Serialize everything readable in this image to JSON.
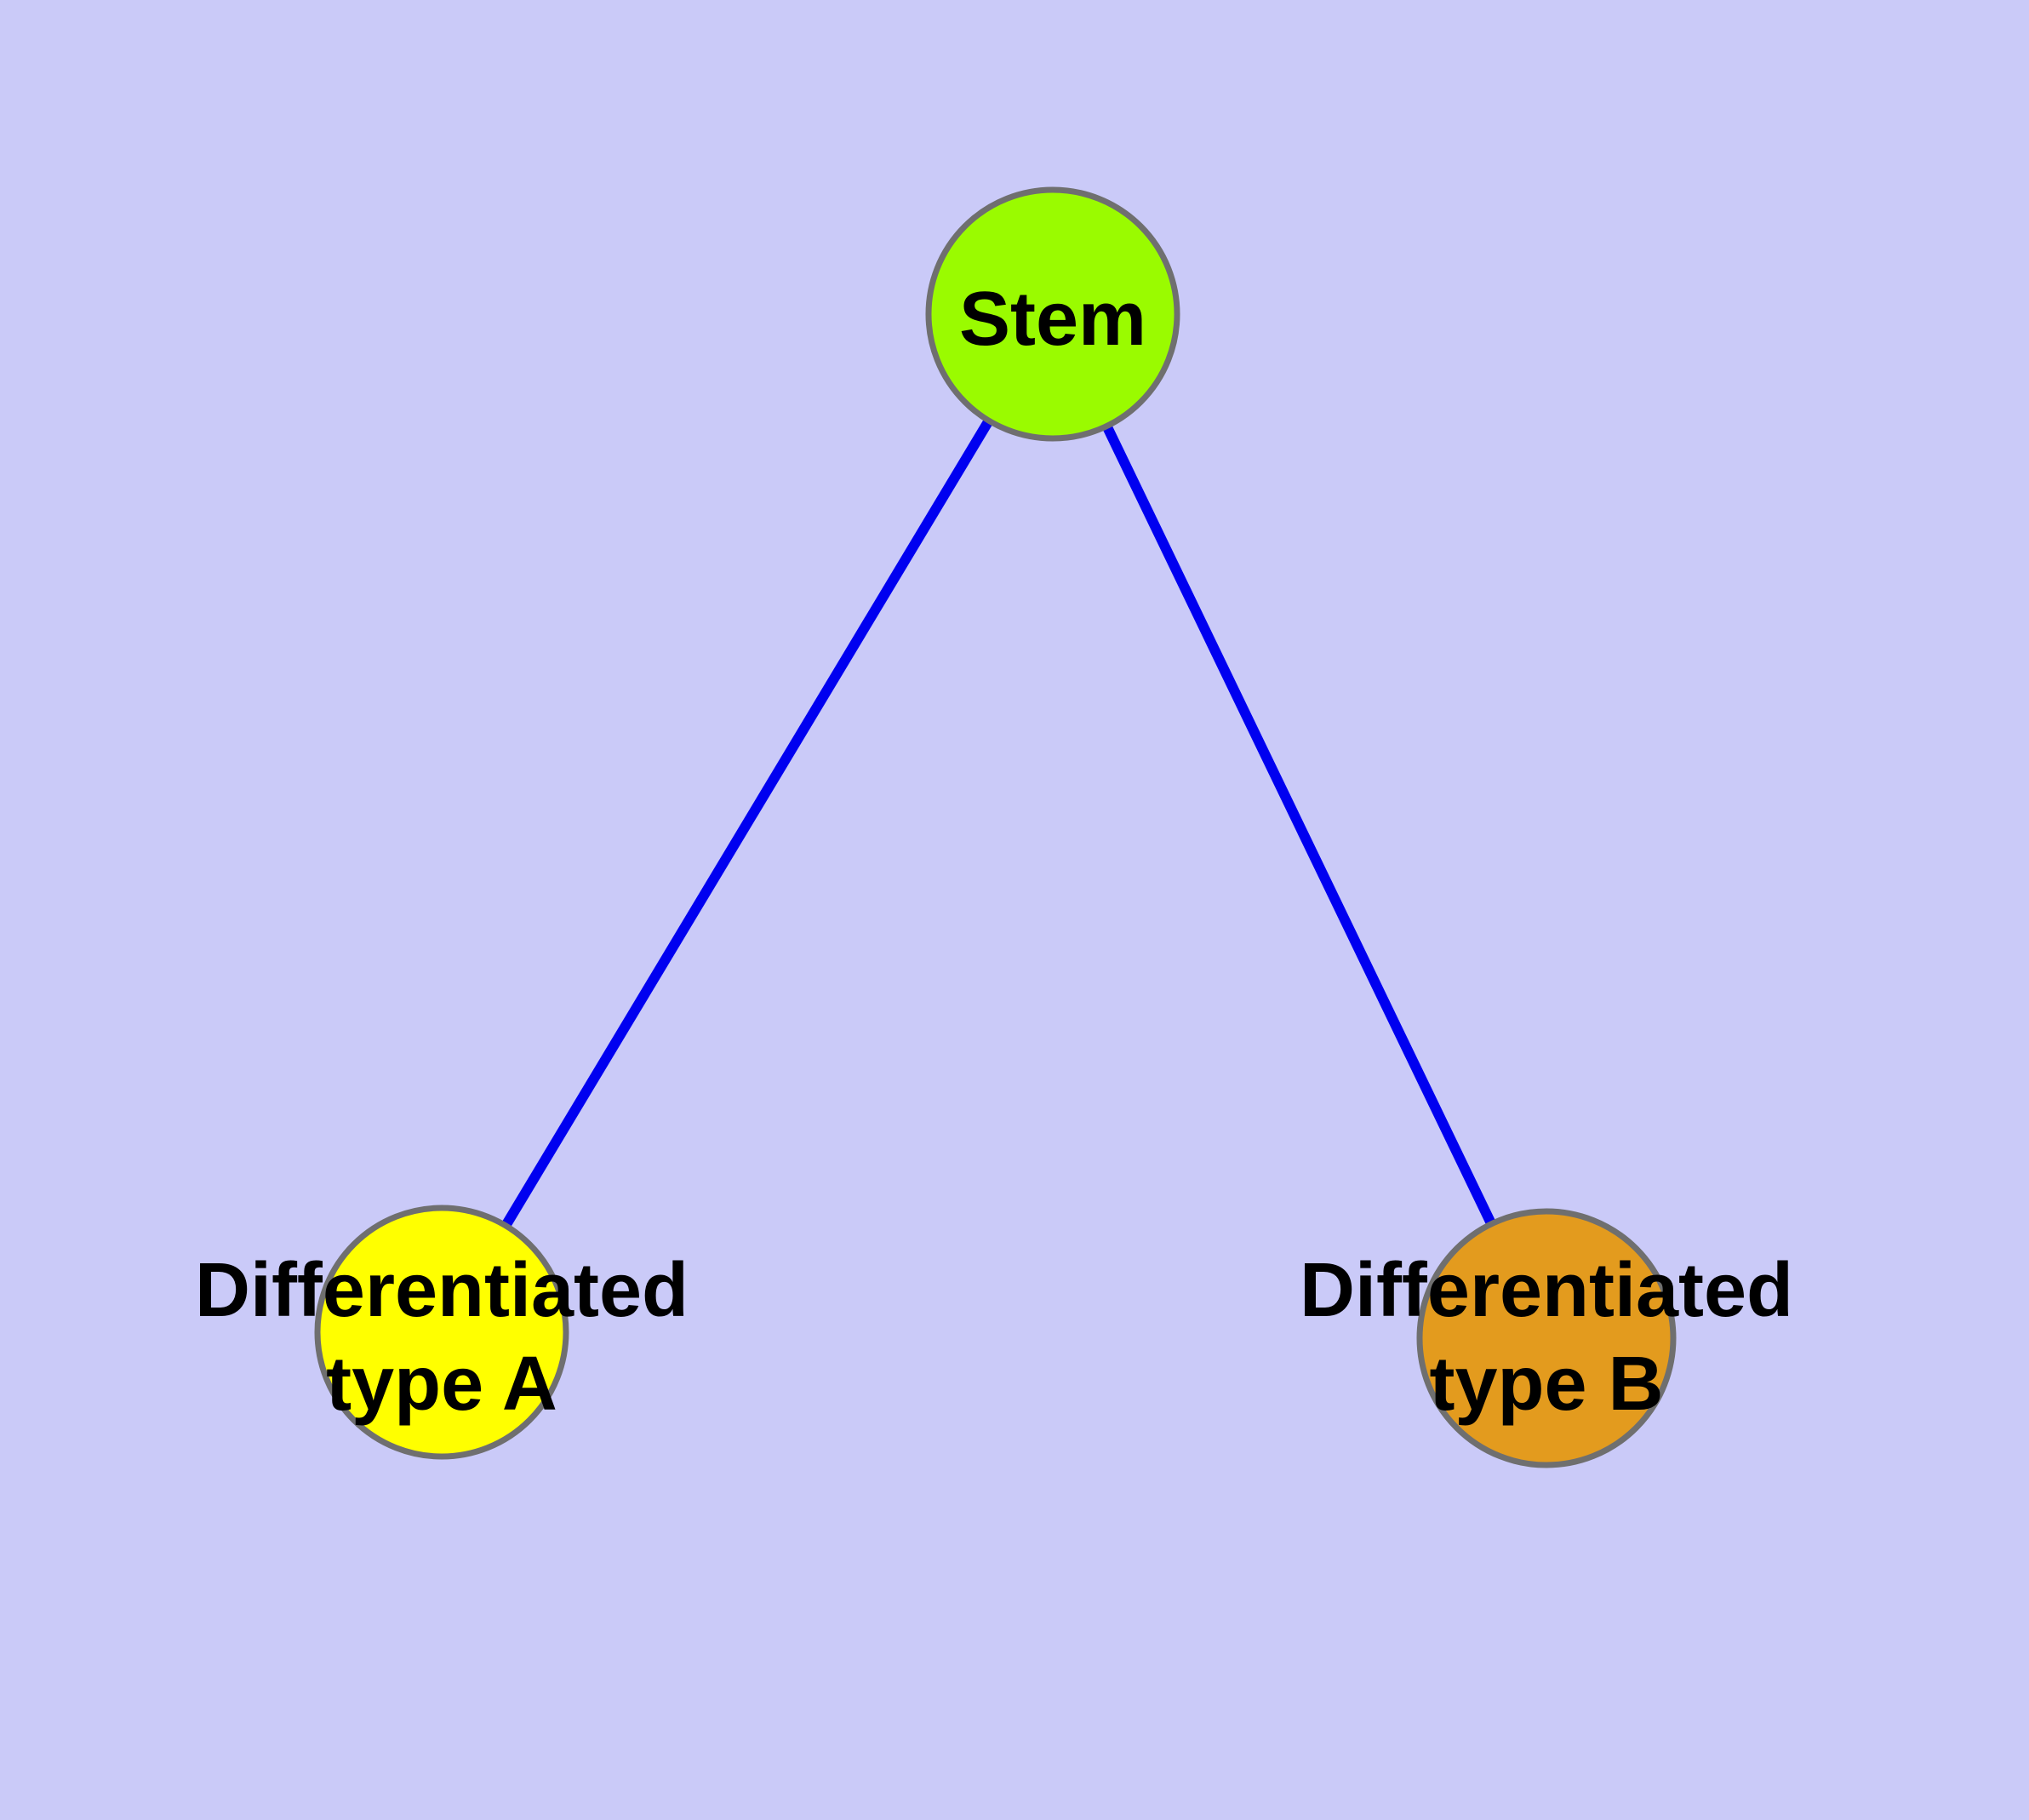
{
  "diagram": {
    "type": "node-link-graph",
    "description": "Cell differentiation graph: a stem node connected to two differentiated cell type nodes",
    "nodes": {
      "stem": {
        "label": "Stem",
        "fill": "#9afb00"
      },
      "type_a": {
        "label_line1": "Differentiated",
        "label_line2": "type A",
        "fill": "#ffff00"
      },
      "type_b": {
        "label_line1": "Differentiated",
        "label_line2": "type B",
        "fill": "#e39b1e"
      }
    },
    "edges": [
      {
        "from": "Stem",
        "to": "Differentiated type A"
      },
      {
        "from": "Stem",
        "to": "Differentiated type B"
      }
    ],
    "colors": {
      "background": "#cacaf8",
      "edge": "#0000f0",
      "node_border": "#6f6f6f",
      "label": "#000000"
    }
  }
}
